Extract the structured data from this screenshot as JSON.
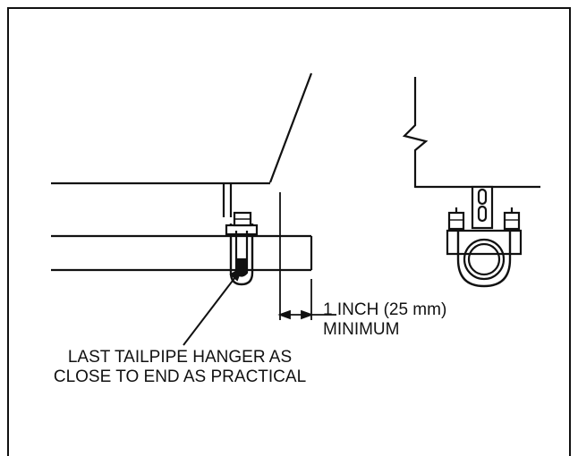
{
  "dimension_callout": {
    "line1": "1 INCH (25 mm)",
    "line2": "MINIMUM"
  },
  "hanger_callout": {
    "line1": "LAST TAILPIPE HANGER AS",
    "line2": "CLOSE TO END AS PRACTICAL"
  }
}
